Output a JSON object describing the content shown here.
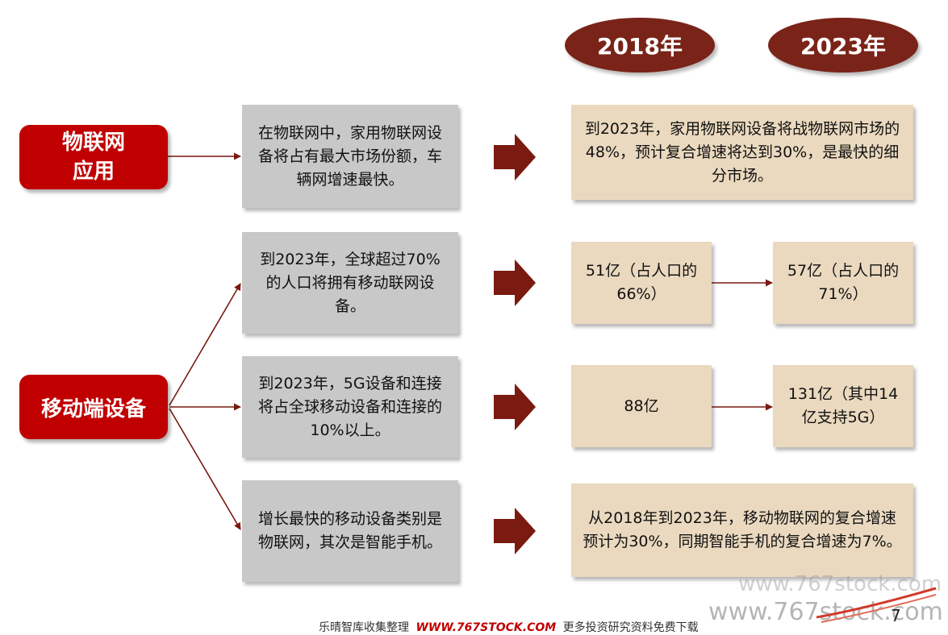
{
  "years": [
    "2018年",
    "2023年"
  ],
  "categories": {
    "iot_app": {
      "line1": "物联网",
      "line2": "应用"
    },
    "mobile": "移动端设备"
  },
  "statements": [
    "在物联网中，家用物联网设备将占有最大市场份额，车辆网增速最快。",
    "到2023年，全球超过70%的人口将拥有移动联网设备。",
    "到2023年，5G设备和连接将占全球移动设备和连接的10%以上。",
    "增长最快的移动设备类别是物联网，其次是智能手机。"
  ],
  "results": {
    "row1": "到2023年，家用物联网设备将战物联网市场的48%，预计复合增速将达到30%，是最快的细分市场。",
    "row2_2018": "51亿（占人口的66%）",
    "row2_2023": "57亿（占人口的71%）",
    "row3_2018": "88亿",
    "row3_2023": "131亿（其中14亿支持5G）",
    "row4": "从2018年到2023年，移动物联网的复合增速预计为30%，同期智能手机的复合增速为7%。"
  },
  "footer": {
    "prefix": "乐晴智库收集整理",
    "site": "WWW.767STOCK.COM",
    "suffix": "更多投资研究资料免费下载"
  },
  "watermarks": [
    "www.767stock.com",
    "www.767stock.com"
  ],
  "page_number": "7",
  "colors": {
    "dark_red": "#7a1a10",
    "category_red": "#c00000",
    "gray_box": "#c8c8c8",
    "tan_box": "#ead9bf"
  }
}
